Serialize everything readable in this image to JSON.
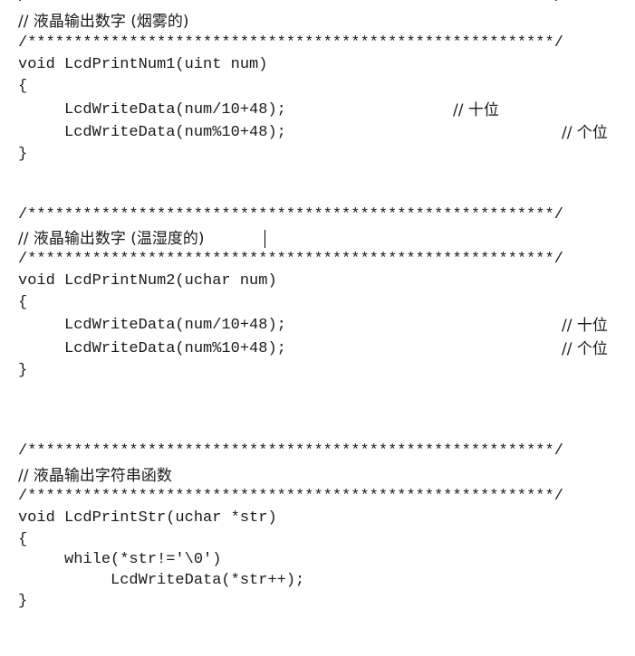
{
  "window": {
    "type": "code-editor-document"
  },
  "colors": {
    "background": "#ffffff",
    "text": "#1a1a1a",
    "caret": "#000000"
  },
  "code": {
    "top_separator_line": "/*********************************************************/",
    "block1": {
      "comment": "// 液晶输出数字 (烟雾的)",
      "separator": "/*********************************************************/",
      "signature": "void LcdPrintNum1(uint num)",
      "open_brace": "{",
      "line1": "     LcdWriteData(num/10+48);",
      "line1_comment": "// 十位",
      "line2": "     LcdWriteData(num%10+48);",
      "line2_comment": "// 个位",
      "close_brace": "}"
    },
    "block2": {
      "separator_top": "/*********************************************************/",
      "comment": "// 液晶输出数字 (温湿度的)",
      "separator": "/*********************************************************/",
      "signature": "void LcdPrintNum2(uchar num)",
      "open_brace": "{",
      "line1": "     LcdWriteData(num/10+48);",
      "line1_comment": "// 十位",
      "line2": "     LcdWriteData(num%10+48);",
      "line2_comment": "// 个位",
      "close_brace": "}"
    },
    "block3": {
      "separator_top": "/*********************************************************/",
      "comment": "// 液晶输出字符串函数",
      "separator": "/*********************************************************/",
      "signature": "void LcdPrintStr(uchar *str)",
      "open_brace": "{",
      "line1": "     while(*str!='\\0')",
      "line2": "          LcdWriteData(*str++);",
      "close_brace": "}"
    }
  }
}
